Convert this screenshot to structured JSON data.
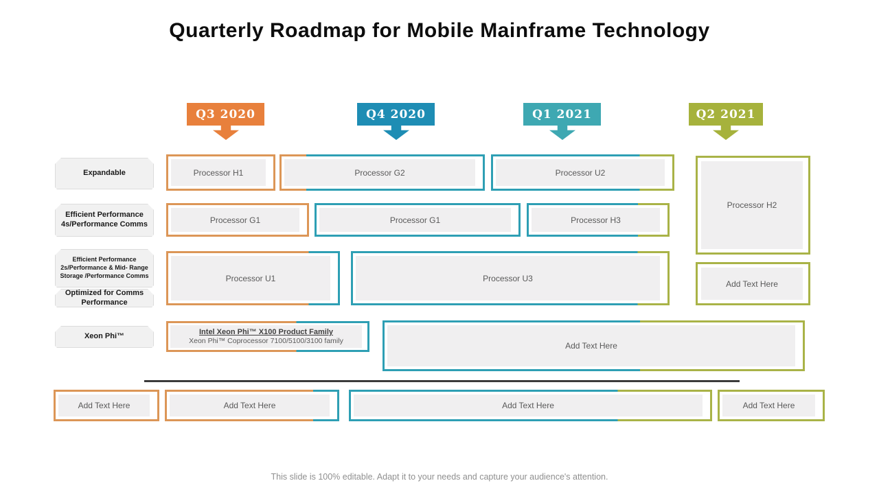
{
  "title": "Quarterly Roadmap for Mobile Mainframe Technology",
  "quarters": [
    {
      "label": "Q3 2020",
      "color": "#E8803C"
    },
    {
      "label": "Q4 2020",
      "color": "#1E8DB4"
    },
    {
      "label": "Q1 2021",
      "color": "#3EA8B2"
    },
    {
      "label": "Q2 2021",
      "color": "#A6B23C"
    }
  ],
  "row_labels": [
    "Expandable",
    "Efficient Performance 4s/Performance Comms",
    "Efficient Performance 2s/Performance & Mid- Range Storage /Performance Comms",
    "Optimized for Comms Performance",
    "Xeon Phi™"
  ],
  "boxes": {
    "processor_h1": "Processor H1",
    "processor_g2": "Processor G2",
    "processor_u2": "Processor U2",
    "processor_h2": "Processor H2",
    "processor_g1_a": "Processor G1",
    "processor_g1_b": "Processor G1",
    "processor_h3": "Processor H3",
    "processor_u1": "Processor U1",
    "processor_u3": "Processor U3",
    "add_text_right": "Add Text Here",
    "xeon_title": "Intel Xeon Phi™ X100 Product Family",
    "xeon_subtitle": "Xeon Phi™  Coprocessor  7100/5100/3100 family",
    "add_text_big": "Add Text Here",
    "bottom_row": [
      "Add Text Here",
      "Add Text Here",
      "Add Text Here",
      "Add Text Here"
    ]
  },
  "colors": {
    "flag_orange": "#E8803C",
    "flag_blue": "#1E8DB4",
    "flag_teal": "#3EA8B2",
    "flag_olive": "#A6B23C",
    "border_orange": "#DC9657",
    "border_teal": "#2E9FB4",
    "border_olive": "#A9B347",
    "box_fill": "#F0EFF0"
  },
  "footer": "This slide is 100% editable. Adapt it to your needs and capture your audience's attention."
}
